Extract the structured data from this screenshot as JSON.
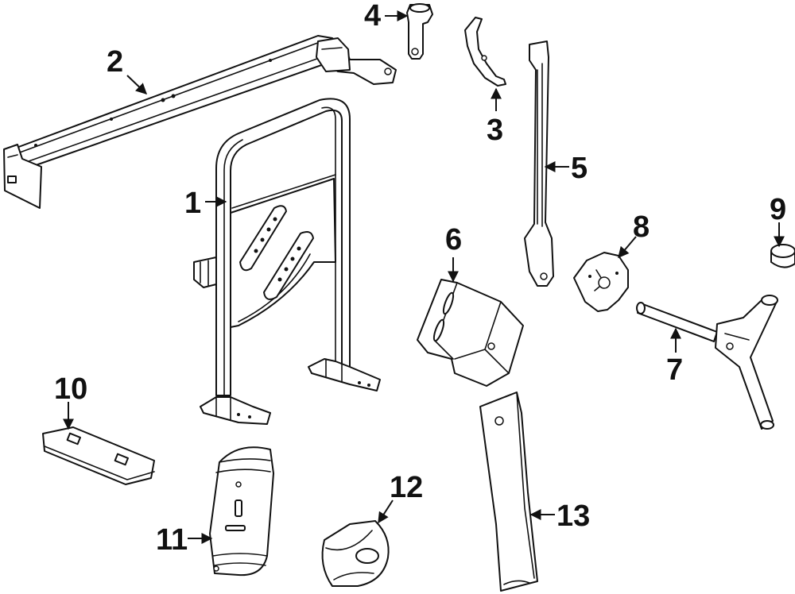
{
  "diagram": {
    "type": "exploded-parts-diagram",
    "line_color": "#111111",
    "background": "#ffffff",
    "callouts": [
      {
        "id": "c1",
        "label": "1"
      },
      {
        "id": "c2",
        "label": "2"
      },
      {
        "id": "c3",
        "label": "3"
      },
      {
        "id": "c4",
        "label": "4"
      },
      {
        "id": "c5",
        "label": "5"
      },
      {
        "id": "c6",
        "label": "6"
      },
      {
        "id": "c7",
        "label": "7"
      },
      {
        "id": "c8",
        "label": "8"
      },
      {
        "id": "c9",
        "label": "9"
      },
      {
        "id": "c10",
        "label": "10"
      },
      {
        "id": "c11",
        "label": "11"
      },
      {
        "id": "c12",
        "label": "12"
      },
      {
        "id": "c13",
        "label": "13"
      }
    ]
  }
}
